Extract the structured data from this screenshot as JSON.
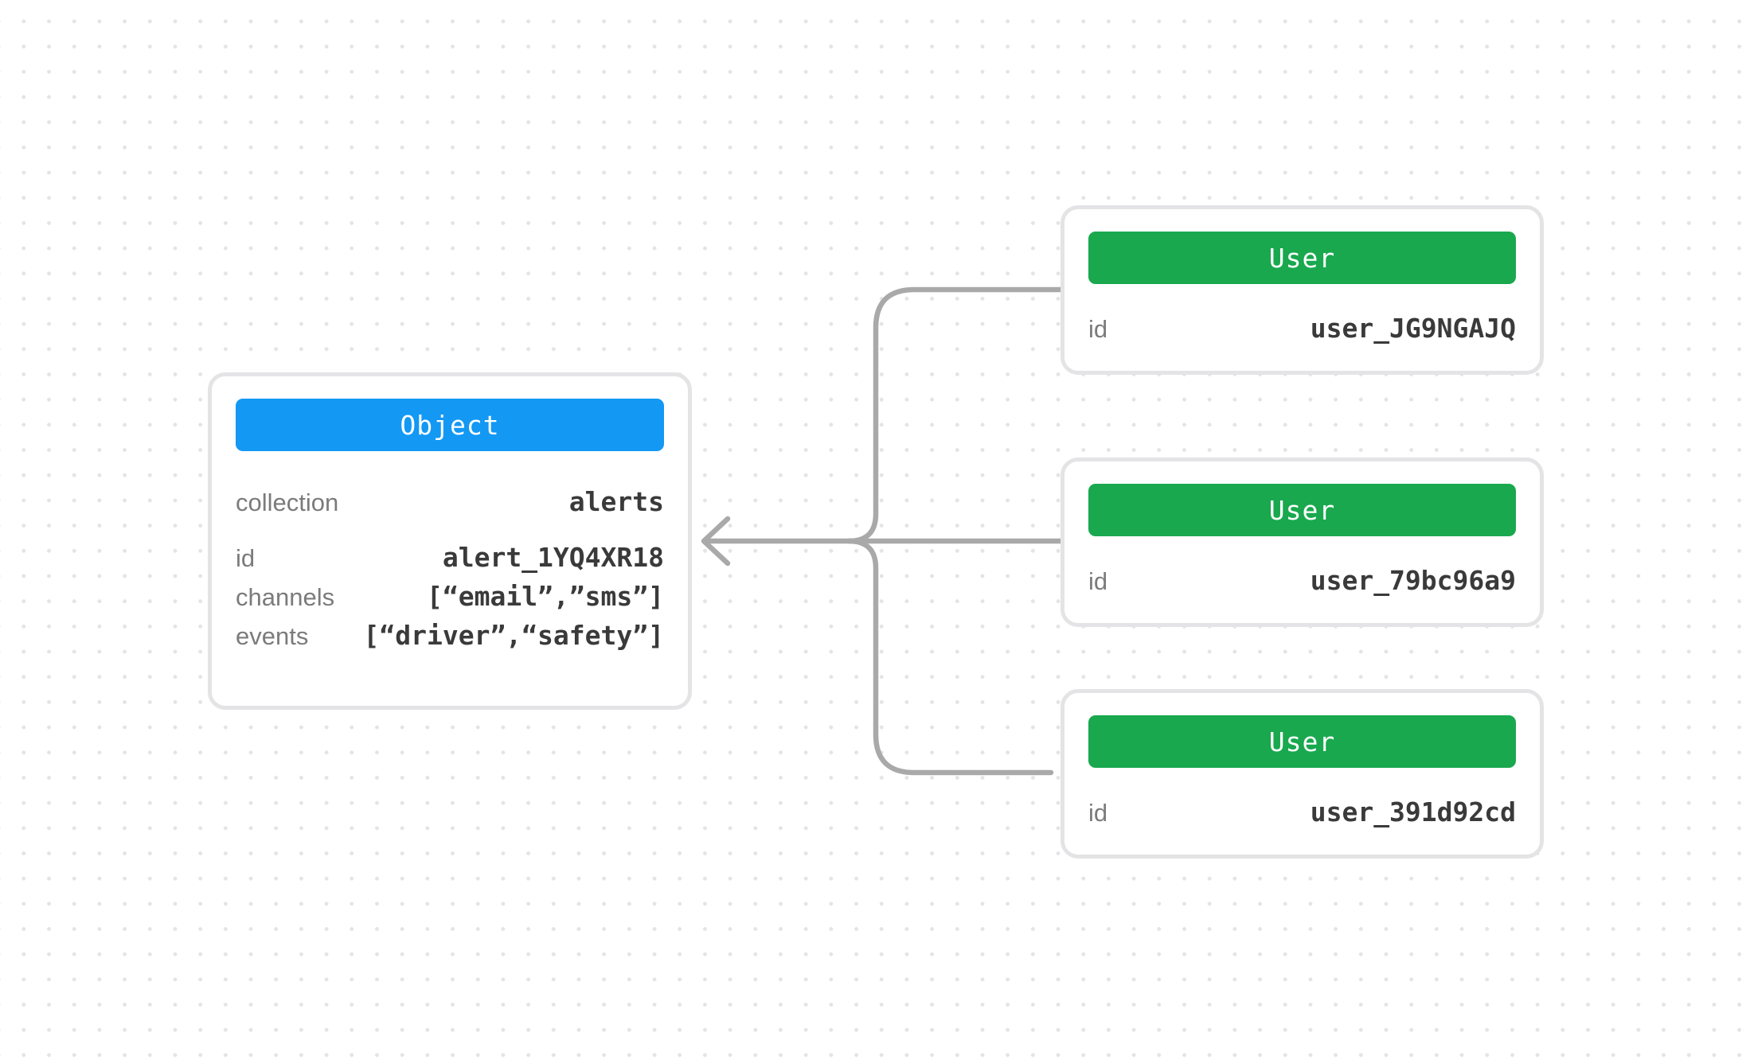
{
  "colors": {
    "object_header": "#1398f4",
    "user_header": "#19a84e",
    "connector": "#a9a9a9",
    "card_border": "#e4e4e6",
    "label_text": "#7b7b7b",
    "value_text": "#3a3a3a",
    "background_dot": "#e4e4e6"
  },
  "object_card": {
    "title": "Object",
    "rows": [
      {
        "label": "collection",
        "value": "alerts"
      },
      {
        "label": "id",
        "value": "alert_1YQ4XR18"
      },
      {
        "label": "channels",
        "value": "[“email”,”sms”]"
      },
      {
        "label": "events",
        "value": "[“driver”,“safety”]"
      }
    ]
  },
  "user_cards": [
    {
      "title": "User",
      "rows": [
        {
          "label": "id",
          "value": "user_JG9NGAJQ"
        }
      ]
    },
    {
      "title": "User",
      "rows": [
        {
          "label": "id",
          "value": "user_79bc96a9"
        }
      ]
    },
    {
      "title": "User",
      "rows": [
        {
          "label": "id",
          "value": "user_391d92cd"
        }
      ]
    }
  ],
  "edges": [
    {
      "from": "user-node-1",
      "to": "object-node",
      "arrow": "into-object"
    },
    {
      "from": "user-node-2",
      "to": "object-node",
      "arrow": "into-object"
    },
    {
      "from": "user-node-3",
      "to": "object-node",
      "arrow": "into-object"
    }
  ]
}
